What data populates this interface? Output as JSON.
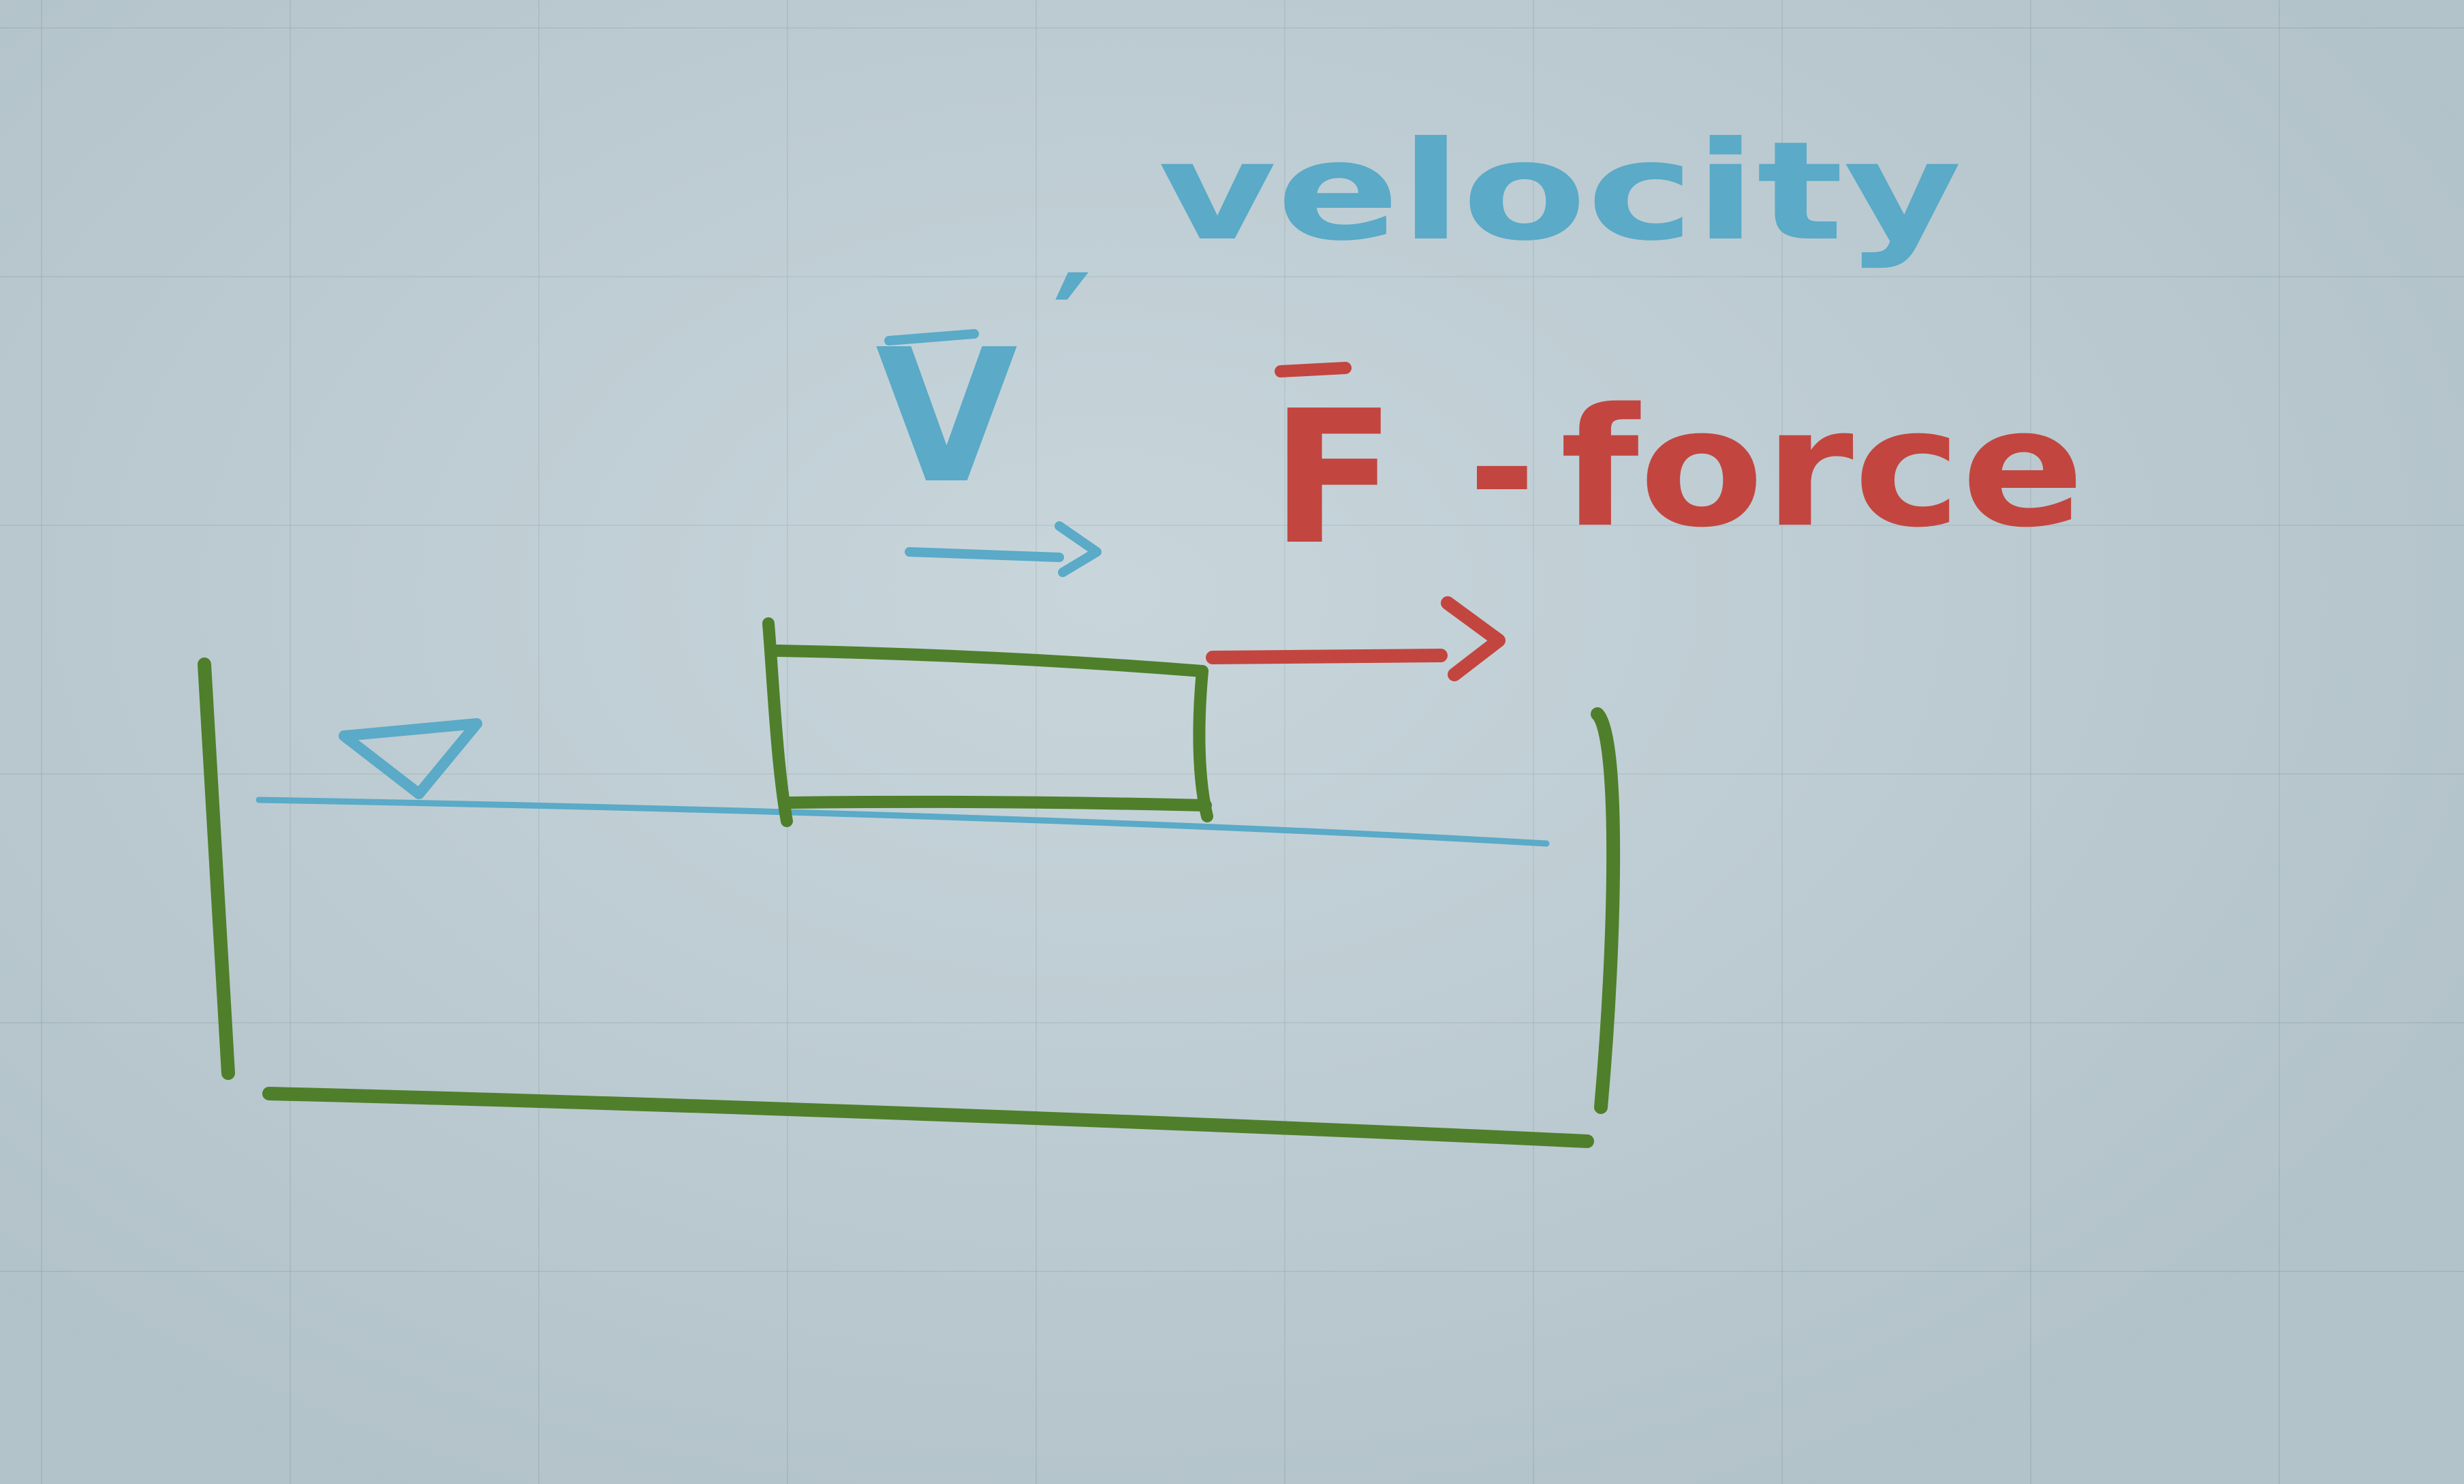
{
  "diagram": {
    "labels": {
      "velocity_word": "velocity",
      "velocity_symbol": "V",
      "velocity_prime": "′",
      "force_symbol": "F",
      "force_dash": "-",
      "force_word": "force"
    },
    "colors": {
      "container": "#4f7f2b",
      "block": "#4f7f2b",
      "liquid_surface": "#5aaac8",
      "velocity_ink": "#5aaac8",
      "force_ink": "#c2463f"
    }
  }
}
